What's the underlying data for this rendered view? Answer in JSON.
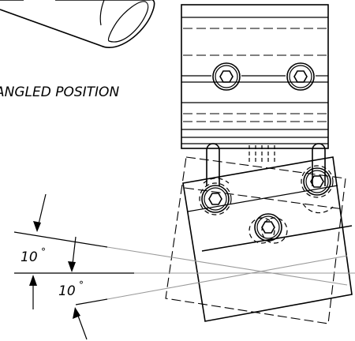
{
  "drawing": {
    "caption": "ANGLED POSITION",
    "dimensions": [
      {
        "value": "10",
        "unit": "°"
      },
      {
        "value": "10",
        "unit": "°"
      }
    ]
  }
}
